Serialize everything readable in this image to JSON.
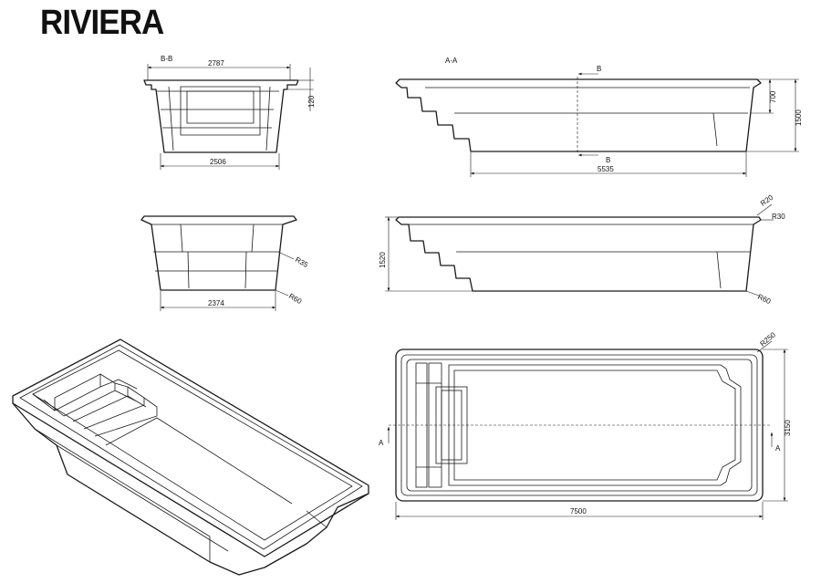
{
  "title": "RIVIERA",
  "views": {
    "section_bb": {
      "label": "B-B",
      "top_width": "2787",
      "bottom_width": "2506",
      "rim_height": "120"
    },
    "section_aa": {
      "label": "A-A",
      "cut_marker_top": "B",
      "cut_marker_bottom": "B",
      "shallow_depth": "700",
      "total_depth": "1500",
      "floor_length": "5535"
    },
    "end_elevation": {
      "bottom_width": "2374",
      "radius_wall": "R35",
      "radius_floor": "R60"
    },
    "side_elevation": {
      "height": "1520",
      "radius_rim_outer": "R20",
      "radius_rim_inner": "R30",
      "radius_floor": "R60"
    },
    "plan": {
      "length": "7500",
      "width": "3150",
      "corner_radius": "R250",
      "cut_left": "A",
      "cut_right": "A"
    }
  }
}
